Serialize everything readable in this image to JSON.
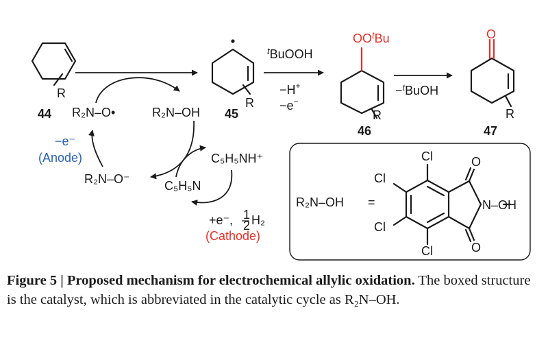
{
  "scheme": {
    "compound_44": "44",
    "compound_45": "45",
    "compound_46": "46",
    "compound_47": "47",
    "r": "R",
    "tbuooh_t": "t",
    "tbuooh_rest": "BuOOH",
    "minus_h": "−H",
    "plus": "+",
    "minus_e": "−e",
    "minus": "−",
    "ootbu_oo": "OO",
    "ootbu_t": "t",
    "ootbu_bu": "Bu",
    "ketone_o": "O",
    "minus_tbuoh_minus": "−",
    "minus_tbuoh_t": "t",
    "minus_tbuoh_rest": "BuOH",
    "r2no_radical": "R₂N–O•",
    "r2noh": "R₂N–OH",
    "r2no_anion": "R₂N–O⁻",
    "anode_e": "−e⁻",
    "anode": "(Anode)",
    "pyr_h": "C₅H₅NH⁺",
    "pyr": "C₅H₅N",
    "cathode_e": "+e⁻,",
    "cathode_half_num": "1",
    "cathode_half_den": "2",
    "cathode_h2": "H₂",
    "cathode": "(Cathode)",
    "box_label": "R₂N–OH",
    "equals": "=",
    "cl": "Cl",
    "o": "O",
    "n_oh": "N–OH"
  },
  "caption": {
    "title": "Figure 5 | Proposed mechanism for electrochemical allylic oxidation.",
    "body": "The boxed structure is the catalyst, which is abbreviated in the catalytic cycle as R₂N–OH."
  },
  "colors": {
    "red": "#e0302a",
    "blue": "#2a62ae",
    "ink": "#1a1a1a"
  }
}
